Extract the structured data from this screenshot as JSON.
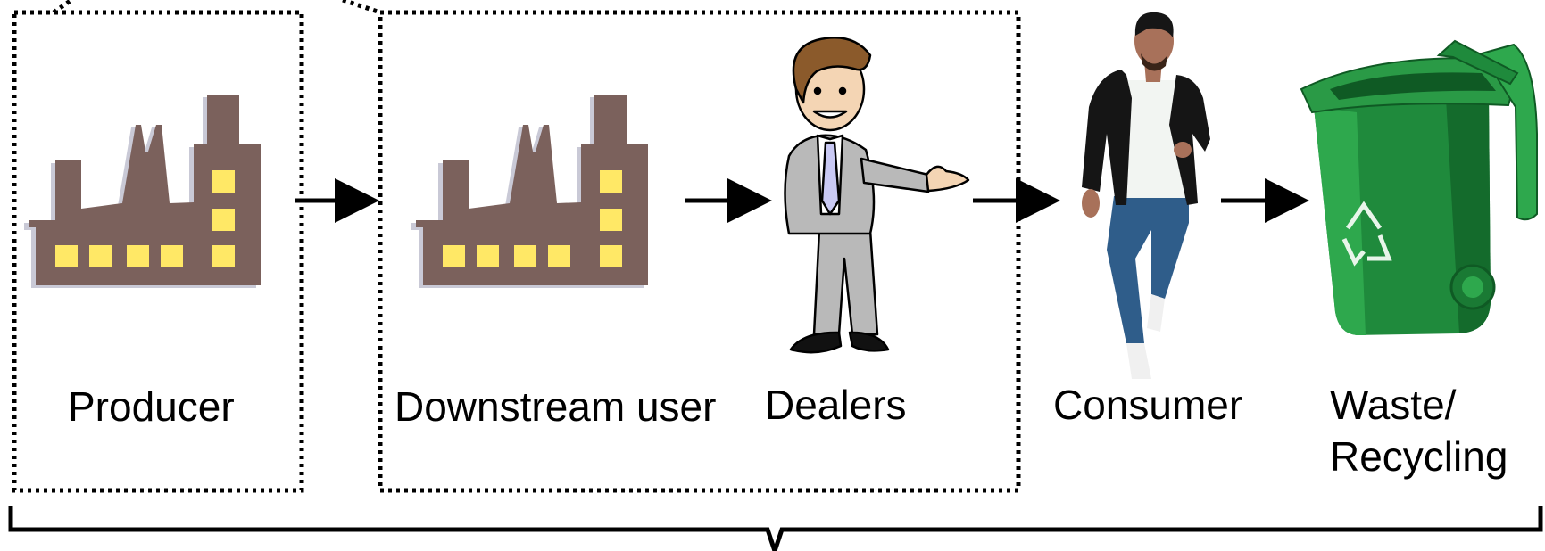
{
  "stages": [
    {
      "id": "producer",
      "label": "Producer",
      "icon": "factory-icon"
    },
    {
      "id": "downstream_user",
      "label": "Downstream user",
      "icon": "factory-icon"
    },
    {
      "id": "dealers",
      "label": "Dealers",
      "icon": "businessman-icon"
    },
    {
      "id": "consumer",
      "label": "Consumer",
      "icon": "walking-person-icon"
    },
    {
      "id": "waste_recycling",
      "label_line1": "Waste/",
      "label_line2": "Recycling",
      "icon": "recycling-bin-icon"
    }
  ],
  "colors": {
    "factory": "#7b615c",
    "window": "#ffe866",
    "bin": "#1f8a3c",
    "suit": "#b9b9b9",
    "tie": "#c9c9f4",
    "jeans": "#2f5d8a",
    "jacket": "#151515",
    "skin": "#a8715a",
    "arrow": "#000000"
  }
}
